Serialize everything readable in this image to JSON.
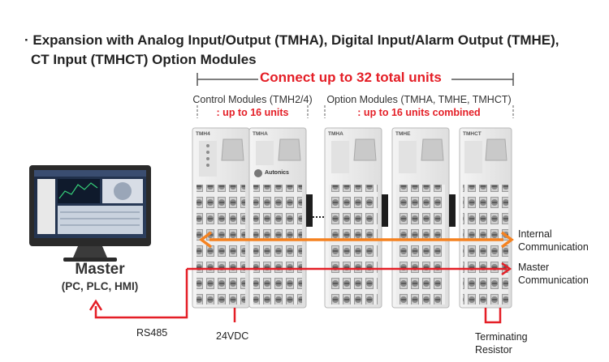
{
  "title": {
    "line1": "· Expansion with Analog Input/Output (TMHA), Digital Input/Alarm Output (TMHE),",
    "line2": "CT Input (TMHCT) Option Modules"
  },
  "headline": "Connect up to 32 total units",
  "control_group": {
    "label": "Control Modules (TMH2/4)",
    "sublabel": ": up to 16 units"
  },
  "option_group": {
    "label": "Option Modules (TMHA, TMHE, TMHCT)",
    "sublabel": ": up to 16 units combined"
  },
  "modules": [
    {
      "model": "TMH4",
      "brand": ""
    },
    {
      "model": "TMHA",
      "brand": "Autonics"
    },
    {
      "model": "TMHA",
      "brand": ""
    },
    {
      "model": "TMHE",
      "brand": ""
    },
    {
      "model": "TMHCT",
      "brand": ""
    }
  ],
  "master": {
    "name": "Master",
    "types": "(PC, PLC, HMI)"
  },
  "labels": {
    "rs485": "RS485",
    "power": "24VDC",
    "terminating_1": "Terminating",
    "terminating_2": "Resistor",
    "internal_1": "Internal",
    "internal_2": "Communication",
    "master_comm_1": "Master",
    "master_comm_2": "Communication"
  },
  "colors": {
    "accent_red": "#e41e26",
    "internal_orange": "#f58220"
  },
  "icons": [
    "monitor-icon",
    "terminal-block-icon",
    "rotary-switch-icon",
    "arrow-icon"
  ]
}
